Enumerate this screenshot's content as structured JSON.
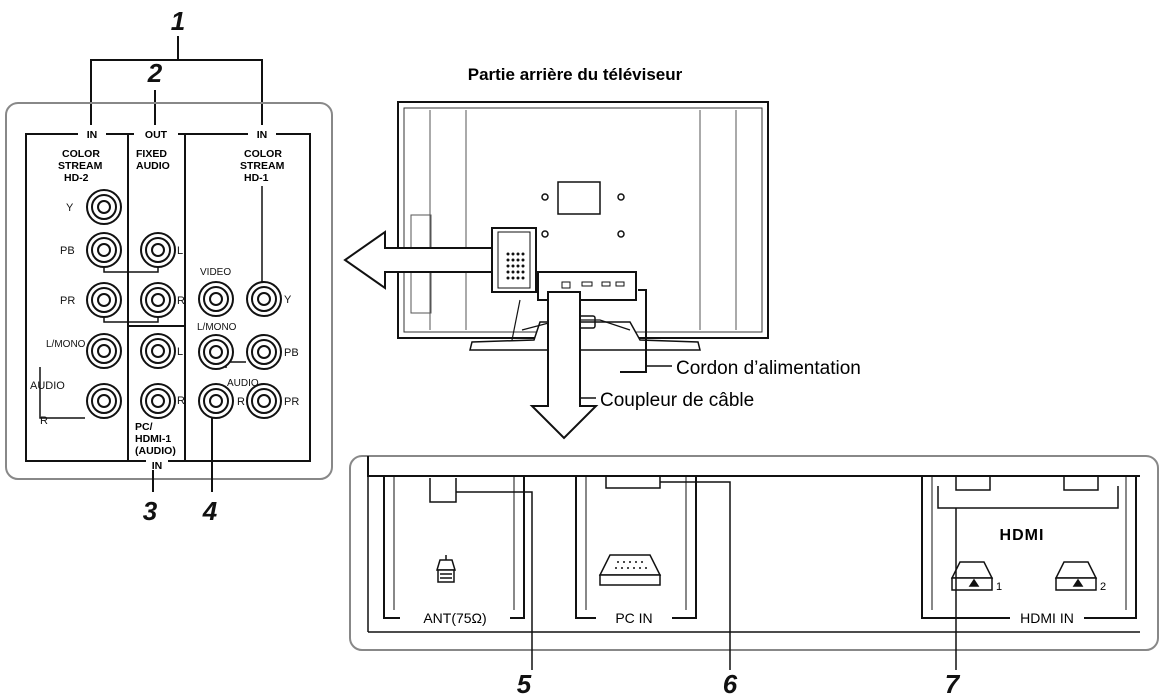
{
  "title": "Partie arrière du téléviseur",
  "callouts": {
    "power_cord": "Cordon d’alimentation",
    "cable_clamp": "Coupleur de câble"
  },
  "numbers": [
    "1",
    "2",
    "3",
    "4",
    "5",
    "6",
    "7"
  ],
  "left_panel": {
    "in_left": "IN",
    "out": "OUT",
    "in_right": "IN",
    "colorstream_hd2": [
      "COLOR",
      "STREAM",
      "HD-2"
    ],
    "fixed_audio": [
      "FIXED",
      "AUDIO"
    ],
    "colorstream_hd1": [
      "COLOR",
      "STREAM",
      "HD-1"
    ],
    "jack_y": "Y",
    "jack_pb": "PB",
    "jack_pr": "PR",
    "jack_l": "L",
    "jack_r": "R",
    "lmono": "L/MONO",
    "audio": "AUDIO",
    "video": "VIDEO",
    "pc_hdmi_audio": [
      "PC/",
      "HDMI-1",
      "(AUDIO)",
      "IN"
    ]
  },
  "bottom_panel": {
    "ant": "ANT(75Ω)",
    "pc_in": "PC IN",
    "hdmi_in": "HDMI IN",
    "hdmi_logo": "HDMI",
    "hdmi_port_1": "1",
    "hdmi_port_2": "2"
  }
}
